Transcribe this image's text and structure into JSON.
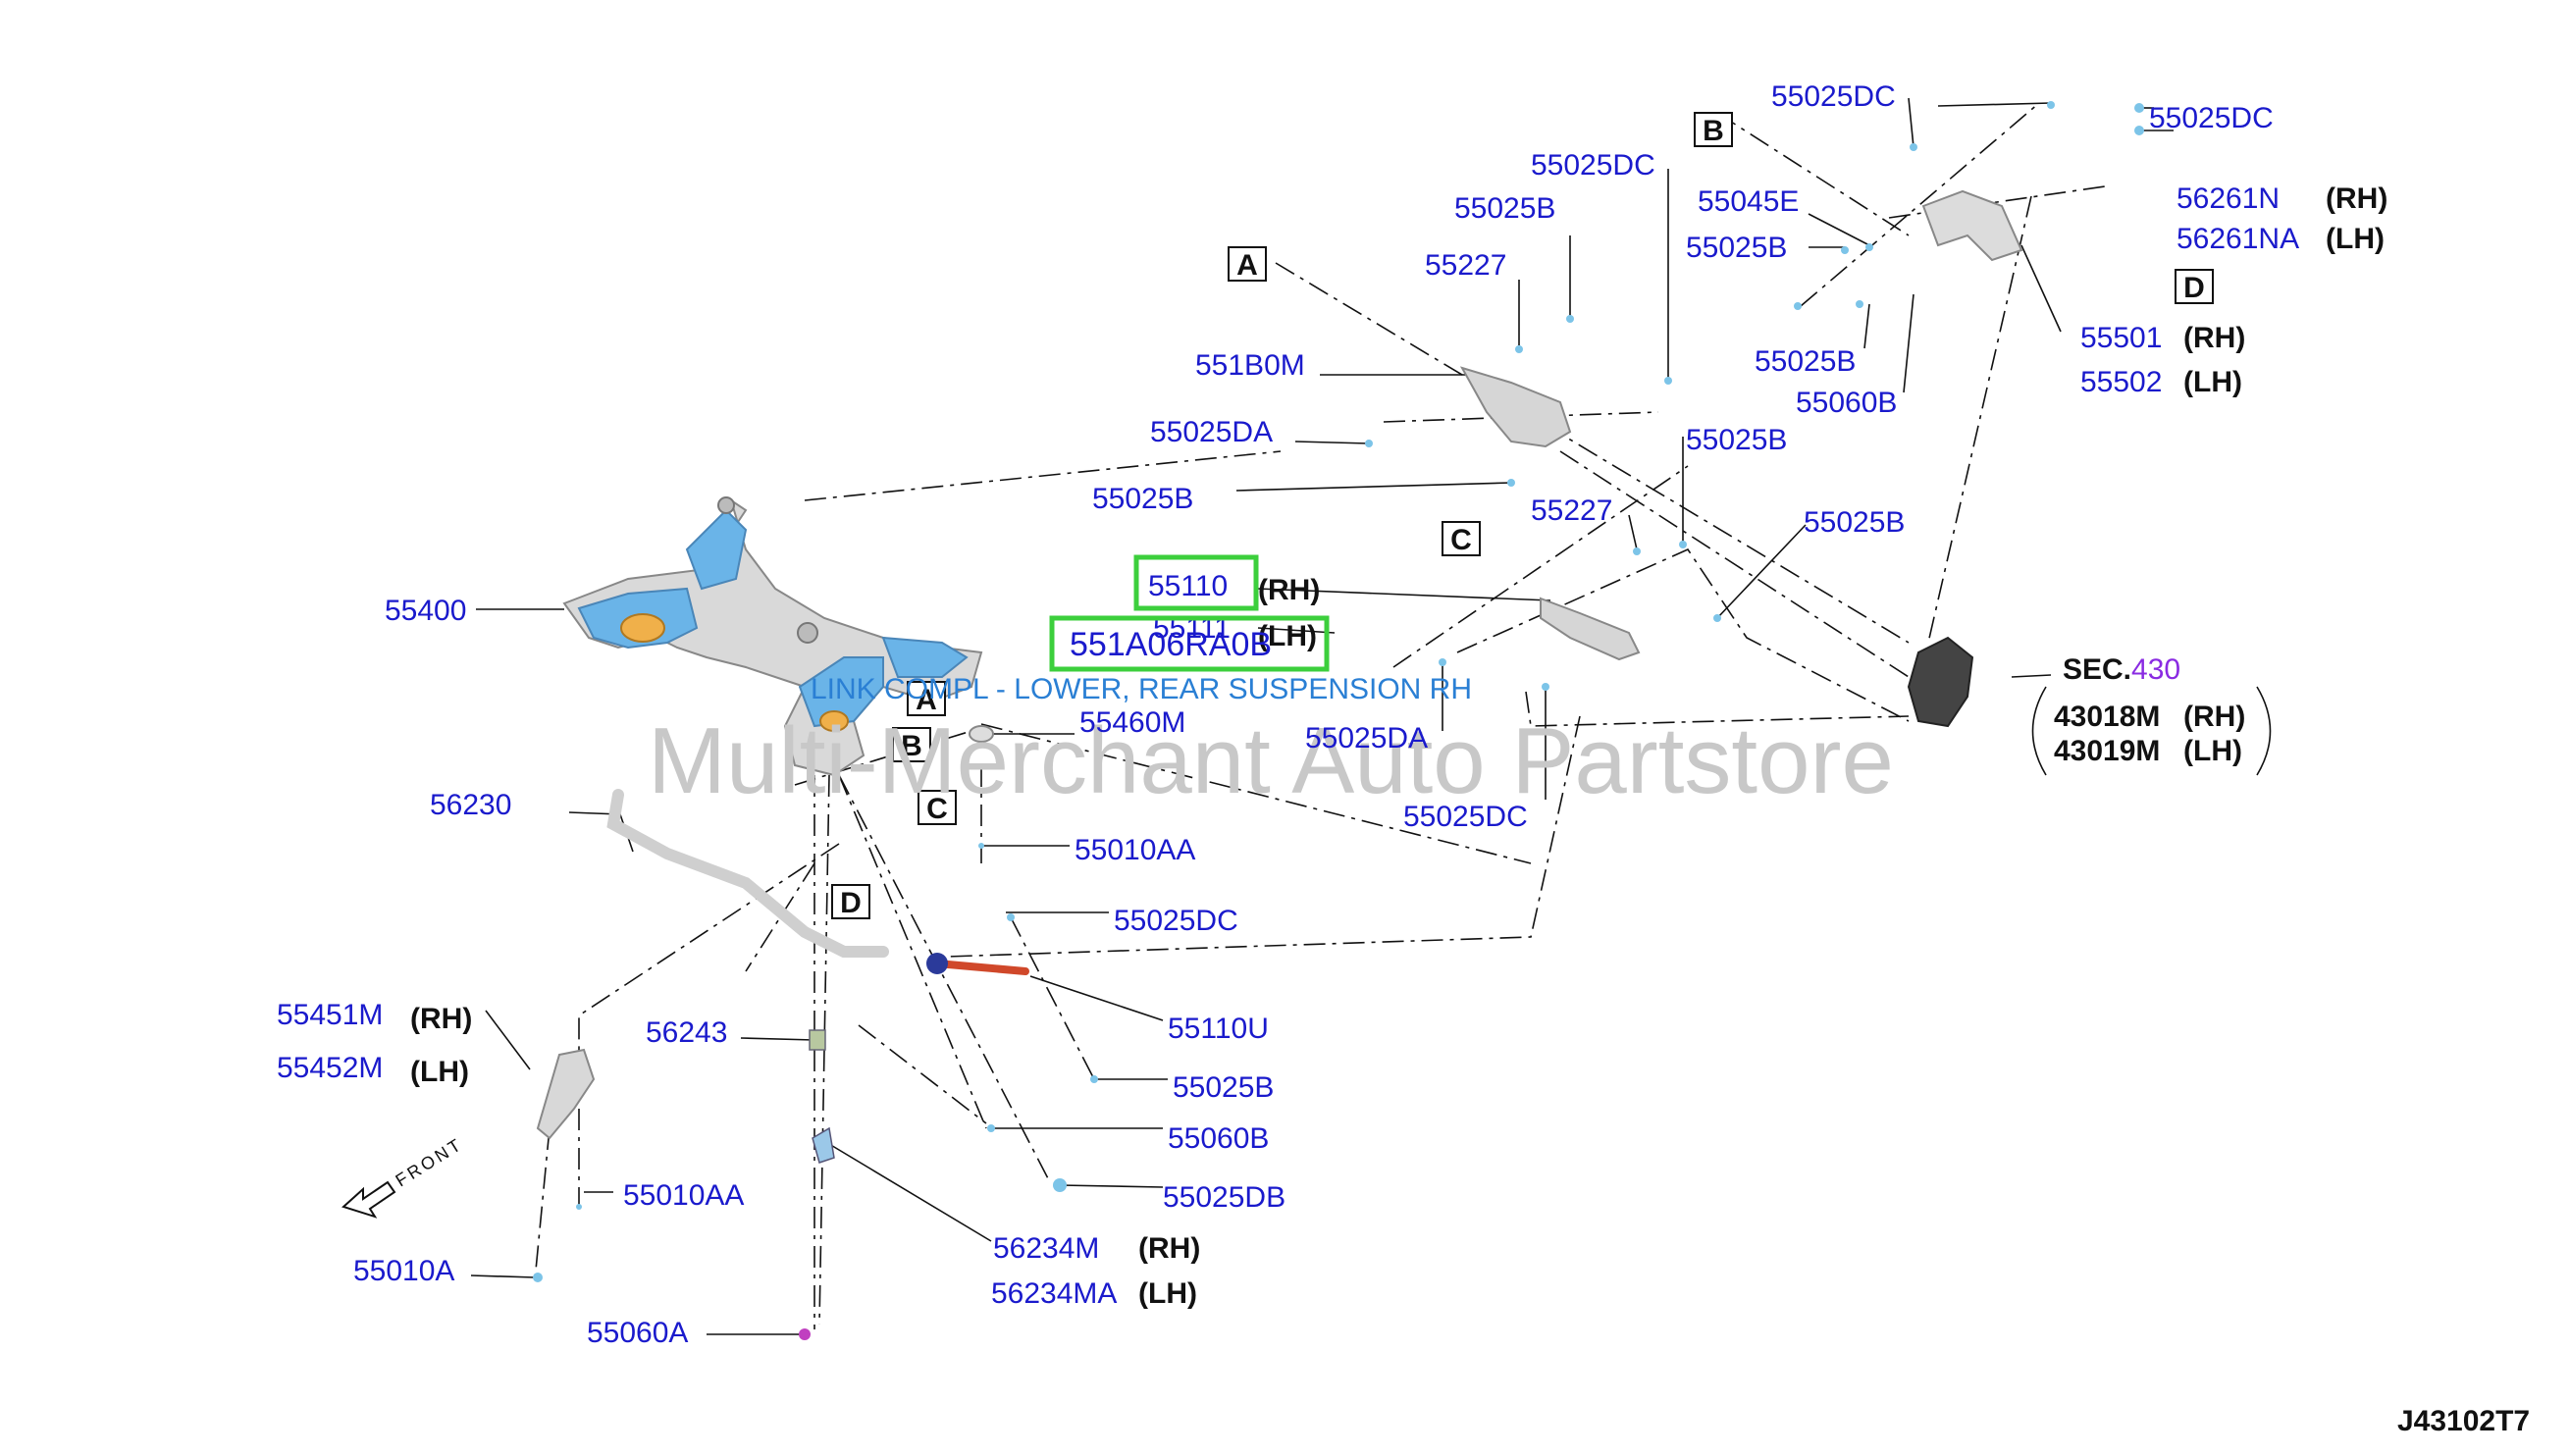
{
  "watermark": "Multi-Merchant Auto Partstore",
  "diagram_code": "J43102T7",
  "selection": {
    "part_number": "551A06RA0B",
    "description": "LINK COMPL - LOWER, REAR SUSPENSION RH"
  },
  "section_ref": {
    "prefix": "SEC.",
    "number": "430"
  },
  "box_labels": [
    "A",
    "B",
    "C",
    "D"
  ],
  "part_labels": {
    "p55025DC_a": "55025DC",
    "p55025DC_b": "55025DC",
    "p55025DC_c": "55025DC",
    "p55025DC_d": "55025DC",
    "p55025DC_e": "55025DC",
    "p55045E": "55045E",
    "p55025B_a": "55025B",
    "p55025B_b": "55025B",
    "p55025B_c": "55025B",
    "p55025B_d": "55025B",
    "p55025B_e": "55025B",
    "p55025B_f": "55025B",
    "p55025B_g": "55025B",
    "p55227_a": "55227",
    "p55227_b": "55227",
    "p551B0M": "551B0M",
    "p55025DA_a": "55025DA",
    "p55025DA_b": "55025DA",
    "p56261N": "56261N",
    "p56261NA": "56261NA",
    "p55501": "55501",
    "p55502": "55502",
    "p55060B_a": "55060B",
    "p55060B_b": "55060B",
    "p55110": "55110",
    "p55111": "55111",
    "p55400": "55400",
    "p55460M": "55460M",
    "p55010AA_a": "55010AA",
    "p55010AA_b": "55010AA",
    "p56230": "56230",
    "p55110U": "55110U",
    "p55451M": "55451M",
    "p55452M": "55452M",
    "p56243": "56243",
    "p55025DB": "55025DB",
    "p55010A": "55010A",
    "p56234M": "56234M",
    "p56234MA": "56234MA",
    "p55060A": "55060A",
    "p43018M": "43018M",
    "p43019M": "43019M"
  },
  "suffix": {
    "rh": "(RH)",
    "lh": "(LH)"
  },
  "front_label": "FRONT",
  "colors": {
    "part_number": "#1a1acc",
    "highlight": "#3ccf3c",
    "description": "#2a7fd4",
    "section_number": "#8a2be2",
    "subframe_blue": "#6ab4e8",
    "subframe_orange": "#f0b04a"
  }
}
